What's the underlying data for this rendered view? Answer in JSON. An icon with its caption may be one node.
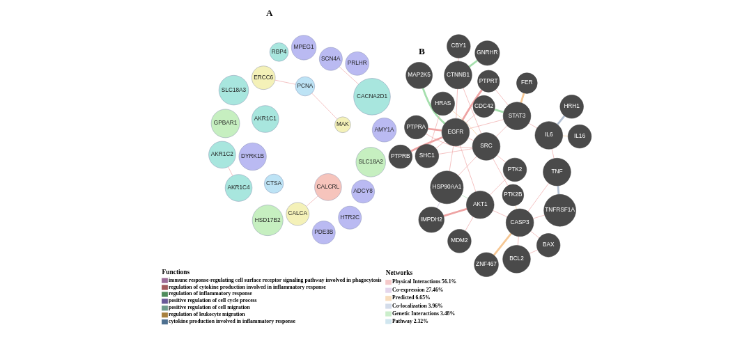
{
  "diagram": {
    "nodes": [
      {
        "text": [
          "AKR1C4"
        ]
      },
      {
        "text": [
          "SCN4A"
        ]
      },
      {
        "text": [
          "CACNA2D1"
        ]
      },
      {
        "text": [
          "AKR1C1"
        ]
      },
      {
        "text": [
          "AKR1C2"
        ]
      },
      {
        "text": [
          "HTR2C"
        ]
      },
      {
        "text": [
          "DYRK1B"
        ]
      },
      {
        "text": [
          "HSD17B2"
        ]
      },
      {
        "text": [
          "CALCA"
        ]
      },
      {
        "text": [
          "SLC18A3"
        ]
      },
      {
        "text": [
          "CALCRL"
        ]
      },
      {
        "text": [
          "ADCY8"
        ]
      },
      {
        "text": [
          "PRLHR"
        ]
      },
      {
        "text": [
          "PDE3B"
        ]
      },
      {
        "text": [
          "MAK"
        ]
      },
      {
        "text": [
          "PCNA"
        ]
      },
      {
        "text": [
          "ERCC6"
        ]
      },
      {
        "text": [
          "RBP4"
        ]
      },
      {
        "text": [
          "CTSA"
        ]
      },
      {
        "text": [
          "GPBAR1"
        ]
      },
      {
        "text": [
          "AMY1A"
        ]
      },
      {
        "text": [
          "SLC18A2"
        ]
      },
      {
        "text": [
          "MPEG1"
        ]
      },
      {
        "text": [
          "TNFRSF1A"
        ]
      },
      {
        "text": [
          "PTPRT"
        ]
      },
      {
        "text": [
          "HRH1"
        ]
      },
      {
        "text": [
          "MAP2K5"
        ]
      },
      {
        "text": [
          "PTPRB"
        ]
      },
      {
        "text": [
          "HSP90AA1"
        ]
      },
      {
        "text": [
          "PTPRA"
        ]
      },
      {
        "text": [
          "BCL2"
        ]
      },
      {
        "text": [
          "EGFR"
        ]
      },
      {
        "text": [
          "IL6"
        ]
      },
      {
        "text": [
          "PTK2B"
        ]
      },
      {
        "text": [
          "CBY1"
        ]
      },
      {
        "text": [
          "AKT1"
        ]
      },
      {
        "text": [
          "CASP3"
        ]
      },
      {
        "text": [
          "GNRHR"
        ]
      },
      {
        "text": [
          "HRAS"
        ]
      },
      {
        "text": [
          "CTNNB1"
        ]
      },
      {
        "text": [
          "SRC"
        ]
      },
      {
        "text": [
          "FER"
        ]
      },
      {
        "text": [
          "IL16"
        ]
      },
      {
        "text": [
          "TNF"
        ]
      },
      {
        "text": [
          "STAT3"
        ]
      },
      {
        "text": [
          "IMPDH2"
        ]
      },
      {
        "text": [
          "BAX"
        ]
      },
      {
        "text": [
          "CDC42"
        ]
      },
      {
        "text": [
          "SHC1"
        ]
      },
      {
        "text": [
          "ZNF467"
        ]
      },
      {
        "text": [
          "MDM2"
        ]
      },
      {
        "text": [
          "PTK2"
        ]
      }
    ],
    "edges": [
      {
        "from": 0,
        "to": 4,
        "arrow": "none"
      },
      {
        "from": 1,
        "to": 2,
        "arrow": "none"
      },
      {
        "from": 8,
        "to": 10,
        "arrow": "none"
      },
      {
        "from": 14,
        "to": 15,
        "arrow": "none"
      },
      {
        "from": 15,
        "to": 16,
        "arrow": "none"
      },
      {
        "from": 27,
        "to": 31,
        "arrow": "none",
        "style": "thick"
      },
      {
        "from": 29,
        "to": 31,
        "arrow": "none",
        "style": "thick"
      },
      {
        "from": 24,
        "to": 31,
        "arrow": "none",
        "style": "thick"
      },
      {
        "from": 25,
        "to": 32,
        "arrow": "none",
        "style": "thick",
        "color": "#b3c0d2"
      },
      {
        "from": 23,
        "to": 43,
        "arrow": "none",
        "style": "thick",
        "color": "#b3c0d2"
      },
      {
        "from": 26,
        "to": 31,
        "arrow": "none",
        "style": "thick",
        "color": "#a5dfad"
      },
      {
        "from": 37,
        "to": 39,
        "arrow": "none",
        "style": "thick",
        "color": "#a5dfad"
      },
      {
        "from": 41,
        "to": 44,
        "arrow": "none",
        "style": "thick",
        "color": "#f6c895"
      },
      {
        "from": 45,
        "to": 35,
        "arrow": "none",
        "style": "thick"
      },
      {
        "from": 47,
        "to": 44,
        "arrow": "none",
        "style": "thick",
        "color": "#a5dfad"
      },
      {
        "from": 49,
        "to": 36,
        "arrow": "none",
        "style": "thick",
        "color": "#f6c895"
      },
      {
        "from": 38,
        "to": 40,
        "arrow": "none",
        "color": "#f6c895"
      },
      {
        "from": 42,
        "to": 32,
        "arrow": "none",
        "color": "#f6c895"
      },
      {
        "from": 28,
        "to": 35,
        "arrow": "none",
        "color": "#a5dfad"
      },
      {
        "from": 46,
        "to": 30,
        "arrow": "none"
      },
      {
        "from": 46,
        "to": 36,
        "arrow": "none"
      },
      {
        "from": 30,
        "to": 36,
        "arrow": "none"
      },
      {
        "from": 31,
        "to": 44,
        "arrow": "none"
      },
      {
        "from": 31,
        "to": 40,
        "arrow": "none"
      },
      {
        "from": 31,
        "to": 35,
        "arrow": "none"
      },
      {
        "from": 31,
        "to": 48,
        "arrow": "none"
      },
      {
        "from": 31,
        "to": 39,
        "arrow": "none"
      },
      {
        "from": 32,
        "to": 44,
        "arrow": "none"
      },
      {
        "from": 32,
        "to": 43,
        "arrow": "none"
      },
      {
        "from": 40,
        "to": 44,
        "arrow": "none"
      },
      {
        "from": 40,
        "to": 51,
        "arrow": "none"
      },
      {
        "from": 40,
        "to": 48,
        "arrow": "none"
      },
      {
        "from": 38,
        "to": 48,
        "arrow": "none"
      },
      {
        "from": 35,
        "to": 50,
        "arrow": "none"
      },
      {
        "from": 24,
        "to": 44,
        "arrow": "none"
      },
      {
        "from": 33,
        "to": 40,
        "arrow": "none"
      },
      {
        "from": 33,
        "to": 36,
        "arrow": "none",
        "color": "#f6c895"
      },
      {
        "from": 34,
        "to": 39,
        "arrow": "none"
      },
      {
        "from": 28,
        "to": 31,
        "arrow": "none"
      },
      {
        "from": 28,
        "to": 40,
        "arrow": "none"
      },
      {
        "from": 47,
        "to": 31,
        "arrow": "none"
      },
      {
        "from": 23,
        "to": 36,
        "arrow": "none"
      },
      {
        "from": 39,
        "to": 40,
        "arrow": "none"
      },
      {
        "from": 43,
        "to": 36,
        "arrow": "none"
      },
      {
        "from": 35,
        "to": 36,
        "arrow": "none"
      },
      {
        "from": 29,
        "to": 40,
        "arrow": "none"
      },
      {
        "from": 51,
        "to": 35,
        "arrow": "none"
      },
      {
        "from": 28,
        "to": 45,
        "arrow": "none",
        "color": "#c9bcd9"
      }
    ],
    "labels": [
      "A",
      "B",
      "Functions",
      "Networks"
    ],
    "legend": [
      {
        "text": "immune response-regulating cell surface receptor signaling pathway involved in phagocytosis",
        "color": "#9c6c98"
      },
      {
        "text": "regulation of cytokine production involved in inflammatory response",
        "color": "#a25a5c"
      },
      {
        "text": "regulation of inflammatory response",
        "color": "#4f8c5c"
      },
      {
        "text": "positive regulation of cell cycle process",
        "color": "#6a5a98"
      },
      {
        "text": "positive regulation of cell migration",
        "color": "#6f9c8c"
      },
      {
        "text": "regulation of leukocyte migration",
        "color": "#a8813f"
      },
      {
        "text": "cytokine production involved in inflammatory response",
        "color": "#4e7090"
      },
      {
        "text": "Physical Interactions 56.1%",
        "color": "#f5c9c9"
      },
      {
        "text": "Co-expression 27.46%",
        "color": "#e4d6ec"
      },
      {
        "text": "Predicted 6.65%",
        "color": "#f8ddbd"
      },
      {
        "text": "Co-localization 3.96%",
        "color": "#d3dcea"
      },
      {
        "text": "Genetic Interactions 3.48%",
        "color": "#cbeecb"
      },
      {
        "text": "Pathway 2.32%",
        "color": "#d0e6ef"
      }
    ]
  }
}
